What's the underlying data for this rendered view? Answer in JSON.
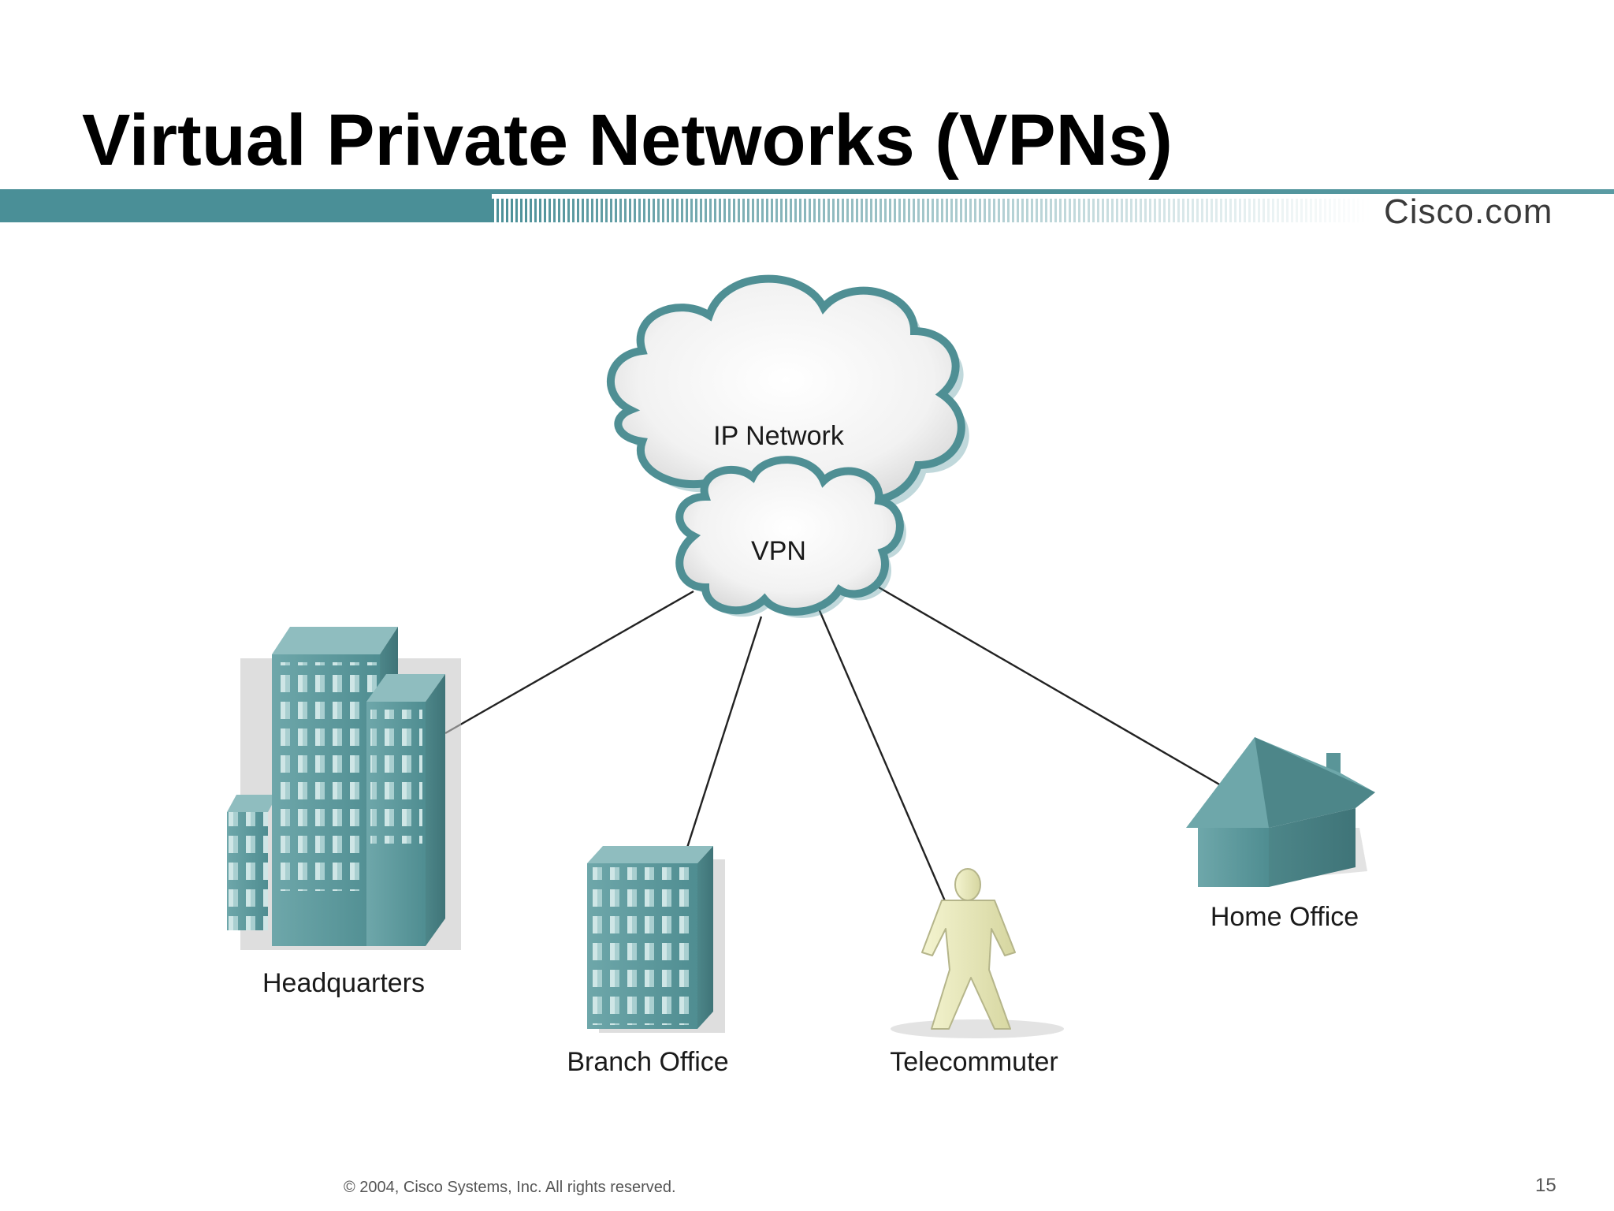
{
  "slide": {
    "title": "Virtual Private Networks (VPNs)",
    "brand": "Cisco.com",
    "footer": "© 2004, Cisco Systems, Inc. All rights reserved.",
    "page_number": "15"
  },
  "diagram": {
    "outer_cloud_label": "IP Network",
    "inner_cloud_label": "VPN",
    "nodes": [
      {
        "label": "Headquarters",
        "icon": "office-tower-icon"
      },
      {
        "label": "Branch Office",
        "icon": "building-icon"
      },
      {
        "label": "Telecommuter",
        "icon": "person-icon"
      },
      {
        "label": "Home Office",
        "icon": "house-icon"
      }
    ],
    "colors": {
      "accent": "#4a8f97",
      "building": "#5f9ea0",
      "person": "#e6e6b8",
      "line": "#222222"
    }
  }
}
